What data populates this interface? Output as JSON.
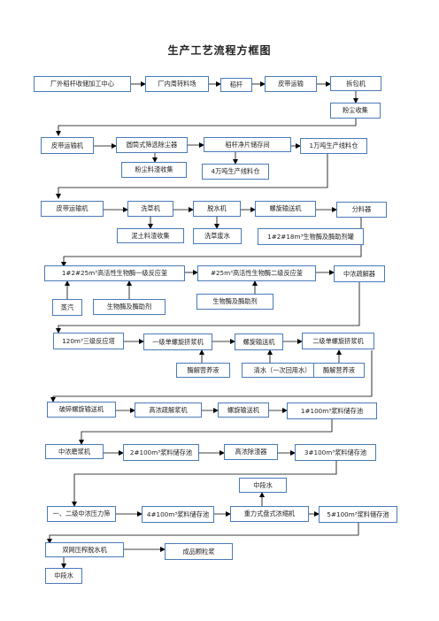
{
  "title": "生产工艺流程方框图",
  "nodes": {
    "n1": "厂外稻杆收储加工中心",
    "n2": "厂内周转料场",
    "n3": "稻杆",
    "n4": "皮带运输",
    "n5": "拆包机",
    "n6": "粉尘收集",
    "n7": "皮带运输机",
    "n8": "圆筒式筛选除尘器",
    "n9": "稻杆净片储存间",
    "n10": "1万吨生产线料仓",
    "n11": "粉尘料渣收集",
    "n12": "4万吨生产线料仓",
    "n13": "皮带运输机",
    "n14": "洗草机",
    "n15": "脱水机",
    "n16": "螺旋输送机",
    "n17": "分料器",
    "n18": "泥土料渣收集",
    "n19": "洗草废水",
    "n20": "1#2#18m³生物酶及酶助剂罐",
    "n21": "1#2#25m³高活性生物酶一级反应釜",
    "n22": "#25m³高活性生物酶二级反应釜",
    "n23": "中浓疏解器",
    "n24": "蒸汽",
    "n25": "生物酶及酶助剂",
    "n26": "生物酶及酶助剂",
    "n27": "120m³三级反应塔",
    "n28": "一级单螺旋挤浆机",
    "n29": "螺旋输送机",
    "n30": "二级单螺旋挤浆机",
    "n31": "酶解营养液",
    "n32": "清水（一次回用水）",
    "n33": "酶解营养液",
    "n34": "破碎螺旋输送机",
    "n35": "高浓疏解浆机",
    "n36": "螺旋输送机",
    "n37": "1#100m³浆料储存池",
    "n38": "中浓磨浆机",
    "n39": "2#100m³浆料储存池",
    "n40": "高浓除渣器",
    "n41": "3#100m³浆料储存池",
    "n42": "中段水",
    "n43": "一、二级中浓压力筛",
    "n44": "4#100m³浆料储存池",
    "n45": "重力式盘式浓缩机",
    "n46": "5#100m³浆料储存池",
    "n47": "双网压榨脱水机",
    "n48": "成品颗粒浆",
    "n49": "中段水"
  },
  "colors": {
    "box_border": "#4a7ab8",
    "line": "#000000"
  }
}
